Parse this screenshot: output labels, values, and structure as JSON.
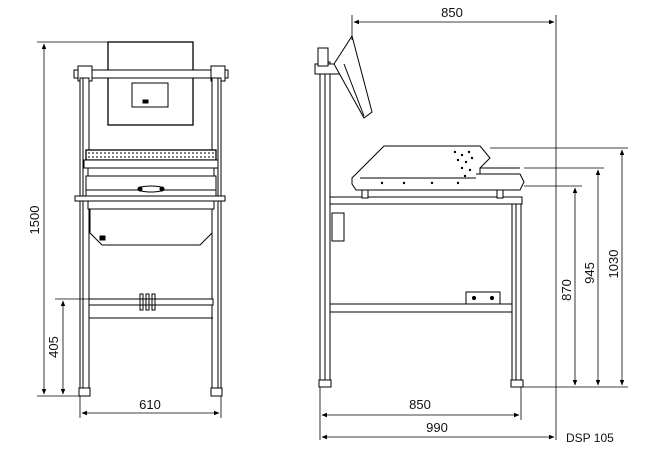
{
  "figure": {
    "model_label": "DSP 105",
    "front_view": {
      "height_total": "1500",
      "height_shelf": "405",
      "width": "610"
    },
    "side_view": {
      "depth_top": "850",
      "depth_base": "850",
      "depth_total": "990",
      "height_1": "870",
      "height_2": "945",
      "height_3": "1030"
    }
  }
}
